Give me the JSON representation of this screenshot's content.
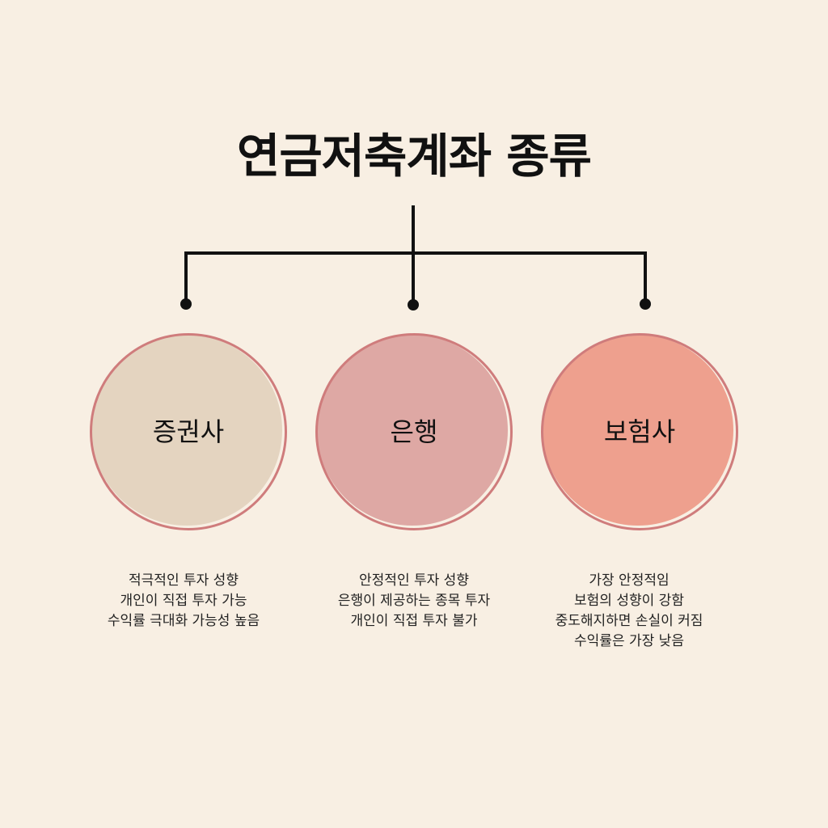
{
  "title": "연금저축계좌 종류",
  "colors": {
    "background": "#f8efe3",
    "line": "#111111",
    "ring": "#cf7c7c"
  },
  "nodes": [
    {
      "label": "증권사",
      "fill": "#e4d4c0",
      "description": [
        "적극적인 투자 성향",
        "개인이 직접 투자 가능",
        "수익률 극대화 가능성 높음"
      ]
    },
    {
      "label": "은행",
      "fill": "#dea8a4",
      "description": [
        "안정적인 투자 성향",
        "은행이 제공하는 종목 투자",
        "개인이 직접 투자 불가"
      ]
    },
    {
      "label": "보험사",
      "fill": "#eea08e",
      "description": [
        "가장 안정적임",
        "보험의 성향이 강함",
        "중도해지하면 손실이 커짐",
        "수익률은 가장 낮음"
      ]
    }
  ]
}
